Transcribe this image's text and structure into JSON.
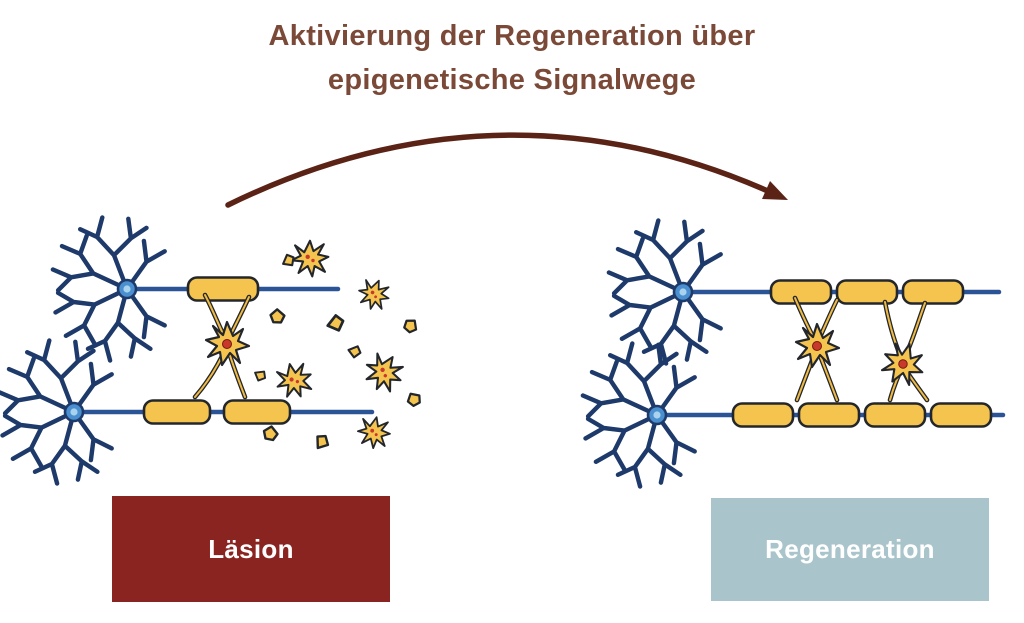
{
  "title": {
    "line1": "Aktivierung der Regeneration über",
    "line2": "epigenetische Signalwege"
  },
  "arrow": {
    "icon": "curved-arrow-icon",
    "direction": "left-to-right"
  },
  "panels": {
    "lesion": {
      "label": "Läsion"
    },
    "regeneration": {
      "label": "Regeneration"
    }
  },
  "illustrations": {
    "lesion": "two-neurons-with-fragmented-myelin-sheaths-debris-and-damaged-oligodendrocyte",
    "regeneration": "two-neurons-with-continuous-myelin-sheaths-and-two-intact-oligodendrocytes"
  },
  "colors": {
    "title_text": "#7b4937",
    "arrow": "#5a2316",
    "lesion_box": "#8a2421",
    "regeneration_box": "#a9c4cb",
    "label_text": "#ffffff",
    "neuron_outline": "#1d3a6b",
    "axon_blue": "#2a5496",
    "soma_fill": "#4a8fd0",
    "myelin_fill": "#f5c44f",
    "ink_outline": "#23262b",
    "nucleus_red": "#c8392b",
    "process_yellow": "#f0bb45"
  }
}
